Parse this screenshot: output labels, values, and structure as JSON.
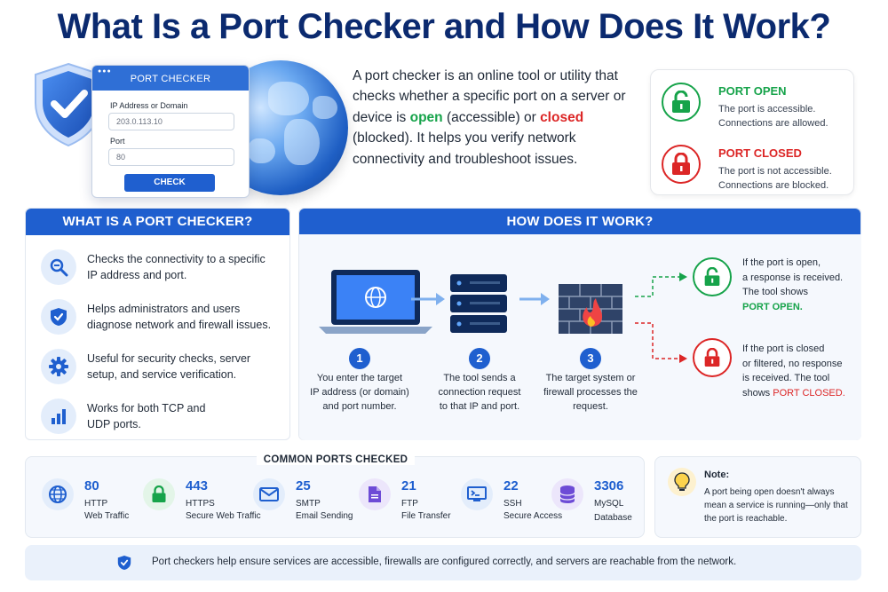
{
  "title": "What Is a Port Checker and How Does It Work?",
  "checker_window": {
    "header": "PORT CHECKER",
    "ip_label": "IP Address or Domain",
    "ip_value": "203.0.113.10",
    "port_label": "Port",
    "port_value": "80",
    "button": "CHECK"
  },
  "intro": {
    "part1": "A port checker is an online tool or utility that checks whether a specific port on a server or device is ",
    "open_word": "open",
    "part2": " (accessible) or ",
    "closed_word": "closed",
    "part3": " (blocked). It helps you verify network connectivity and troubleshoot issues."
  },
  "status": {
    "open_title": "PORT OPEN",
    "open_line1": "The port is accessible.",
    "open_line2": "Connections are allowed.",
    "closed_title": "PORT CLOSED",
    "closed_line1": "The port is not accessible.",
    "closed_line2": "Connections are blocked."
  },
  "what_is": {
    "header": "WHAT IS A PORT CHECKER?",
    "items": [
      {
        "line1": "Checks the connectivity to a specific",
        "line2": "IP address and port.",
        "icon": "magnifier-icon"
      },
      {
        "line1": "Helps administrators and users",
        "line2": "diagnose network and firewall issues.",
        "icon": "shield-check-icon"
      },
      {
        "line1": "Useful for security checks, server",
        "line2": "setup, and service verification.",
        "icon": "gear-icon"
      },
      {
        "line1": "Works for both TCP and",
        "line2": "UDP ports.",
        "icon": "bar-chart-icon"
      }
    ]
  },
  "how": {
    "header": "HOW DOES IT WORK?",
    "steps": [
      {
        "num": "1",
        "line1": "You enter the target",
        "line2": "IP address (or domain)",
        "line3": "and port number."
      },
      {
        "num": "2",
        "line1": "The tool sends a",
        "line2": "connection request",
        "line3": "to that IP and port."
      },
      {
        "num": "3",
        "line1": "The target system or",
        "line2": "firewall processes the",
        "line3": "request."
      }
    ],
    "result_open": {
      "line1": "If the port is open,",
      "line2": "a response is received.",
      "line3": "The tool shows",
      "highlight": "PORT OPEN."
    },
    "result_closed": {
      "line1": "If the port is closed",
      "line2": "or filtered, no response",
      "line3": "is received. The tool",
      "line4_prefix": "shows ",
      "highlight": "PORT CLOSED."
    }
  },
  "ports": {
    "title": "COMMON PORTS CHECKED",
    "items": [
      {
        "num": "80",
        "proto": "HTTP",
        "desc": "Web Traffic",
        "icon": "globe-icon",
        "bg": "#e3edfb",
        "color": "#1f5fcf"
      },
      {
        "num": "443",
        "proto": "HTTPS",
        "desc": "Secure Web Traffic",
        "icon": "lock-icon",
        "bg": "#e3f5e8",
        "color": "#16a34a"
      },
      {
        "num": "25",
        "proto": "SMTP",
        "desc": "Email Sending",
        "icon": "envelope-icon",
        "bg": "#e3edfb",
        "color": "#1f5fcf"
      },
      {
        "num": "21",
        "proto": "FTP",
        "desc": "File Transfer",
        "icon": "file-icon",
        "bg": "#ece6fb",
        "color": "#6d4bd6"
      },
      {
        "num": "22",
        "proto": "SSH",
        "desc": "Secure Access",
        "icon": "terminal-icon",
        "bg": "#e3edfb",
        "color": "#1f5fcf"
      },
      {
        "num": "3306",
        "proto": "MySQL",
        "desc": "Database",
        "icon": "database-icon",
        "bg": "#ece6fb",
        "color": "#6d4bd6"
      }
    ]
  },
  "note": {
    "title": "Note:",
    "line1": "A port being open doesn't always",
    "line2": "mean a service is running—only that",
    "line3": "the port is reachable."
  },
  "footer": "Port checkers help ensure services are accessible, firewalls are configured correctly, and servers are reachable from the network.",
  "colors": {
    "brand": "#1f5fcf",
    "title": "#0b2a6f",
    "open": "#16a34a",
    "closed": "#dc2626"
  }
}
